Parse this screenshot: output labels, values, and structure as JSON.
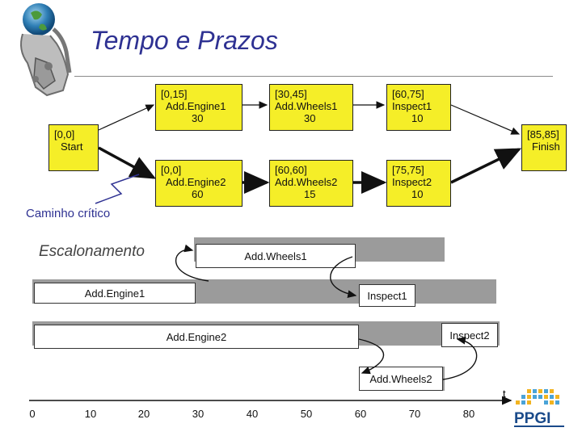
{
  "title": "Tempo e Prazos",
  "nodes": {
    "start": {
      "range": "[0,0]",
      "name": "Start"
    },
    "engine1": {
      "range": "[0,15]",
      "name": "Add.Engine1",
      "duration": "30"
    },
    "wheels1": {
      "range": "[30,45]",
      "name": "Add.Wheels1",
      "duration": "30"
    },
    "inspect1": {
      "range": "[60,75]",
      "name": "Inspect1",
      "duration": "10"
    },
    "engine2": {
      "range": "[0,0]",
      "name": "Add.Engine2",
      "duration": "60"
    },
    "wheels2": {
      "range": "[60,60]",
      "name": "Add.Wheels2",
      "duration": "15"
    },
    "inspect2": {
      "range": "[75,75]",
      "name": "Inspect2",
      "duration": "10"
    },
    "finish": {
      "range": "[85,85]",
      "name": "Finish"
    }
  },
  "critical_path_label": "Caminho crítico",
  "schedule": {
    "title": "Escalonamento",
    "tasks": {
      "wheels1": "Add.Wheels1",
      "engine1": "Add.Engine1",
      "inspect1": "Inspect1",
      "engine2": "Add.Engine2",
      "inspect2": "Inspect2",
      "wheels2": "Add.Wheels2"
    },
    "axis_label": "t",
    "ticks": [
      "0",
      "10",
      "20",
      "30",
      "40",
      "50",
      "60",
      "70",
      "80"
    ]
  },
  "logo": {
    "text": "PPGI"
  },
  "colors": {
    "node_fill": "#f5ee28",
    "title": "#2e3192",
    "bar": "#9b9b9b"
  }
}
